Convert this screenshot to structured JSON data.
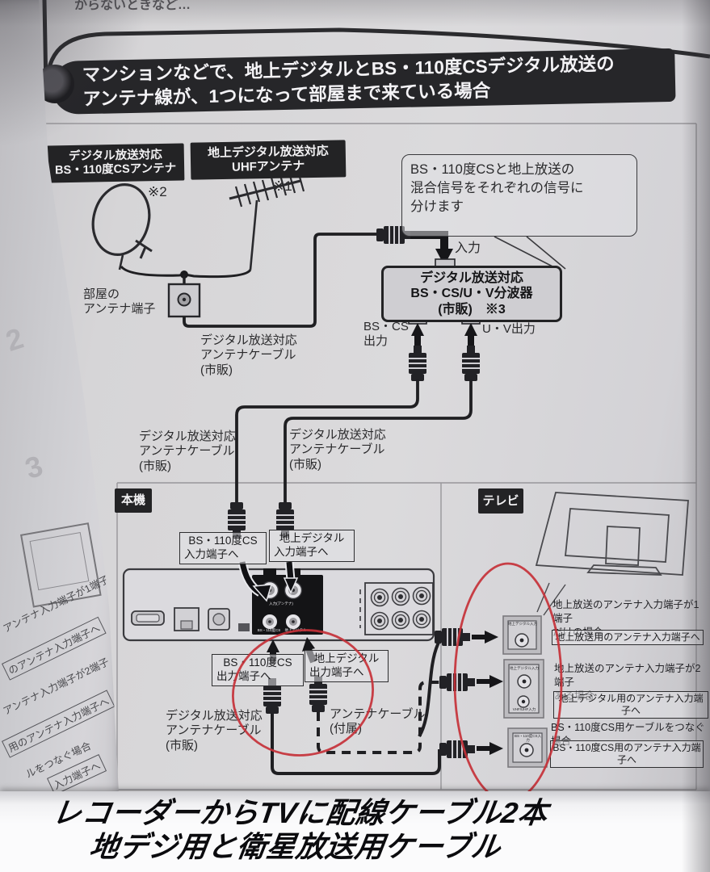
{
  "top": {
    "partial": "からないときなど…"
  },
  "banner": {
    "line1": "マンションなどで、地上デジタルとBS・110度CSデジタル放送の",
    "line2": "アンテナ線が、1つになって部屋まで来ている場合"
  },
  "ant": {
    "bs1": "デジタル放送対応",
    "bs2": "BS・110度CSアンテナ",
    "bs_note": "※2",
    "uhf1": "地上デジタル放送対応",
    "uhf2": "UHFアンテナ",
    "uhf_note": "※1"
  },
  "room": {
    "l1": "部屋の",
    "l2": "アンテナ端子"
  },
  "callout": {
    "l1": "BS・110度CSと地上放送の",
    "l2": "混合信号をそれぞれの信号に",
    "l3": "分けます"
  },
  "splitter": {
    "l1": "デジタル放送対応",
    "l2": "BS・CS/U・V分波器",
    "l3": "(市販)　※3",
    "input": "入力",
    "out_bs1": "BS・CS",
    "out_bs2": "出力",
    "out_uv": "U・V出力"
  },
  "cable": {
    "shihan1": "デジタル放送対応",
    "shihan2": "アンテナケーブル",
    "shihan3": "(市販)",
    "fuzoku1": "アンテナケーブル",
    "fuzoku2": "(付属)"
  },
  "sec": {
    "recorder": "本機",
    "tv": "テレビ"
  },
  "rec": {
    "in_bs1": "BS・110度CS",
    "in_bs2": "入力端子へ",
    "in_gd1": "地上デジタル",
    "in_gd2": "入力端子へ",
    "out_bs1": "BS・110度CS",
    "out_bs2": "出力端子へ",
    "out_gd1": "地上デジタル",
    "out_gd2": "出力端子へ",
    "panel_in": "入力(アンテナ)",
    "panel_bs": "BS・110度CS",
    "panel_gd": "地上デジタル"
  },
  "tv": {
    "case1a": "地上放送のアンテナ入力端子が1端子",
    "case1b": "だけの場合",
    "case1t": "地上放送用のアンテナ入力端子へ",
    "case2a": "地上放送のアンテナ入力端子が2端子",
    "case2b": "ある場合",
    "case2t": "地上デジタル用のアンテナ入力端子へ",
    "case3a": "BS・110度CS用ケーブルをつなぐ場合",
    "case3t": "BS・110度CS用のアンテナ入力端子へ",
    "plate_gd": "地上デジタル入力",
    "plate_uv": "VHF/UHF入力",
    "plate_bs": "BS・110度CS入力"
  },
  "under": {
    "l1": "アンテナ入力端子が1端子",
    "l2": "のアンテナ入力端子へ",
    "l3": "アンテナ入力端子が2端子",
    "l4": "用のアンテナ入力端子へ",
    "l5": "ルをつなぐ場合",
    "l6": "入力端子へ",
    "s2": "2",
    "s3": "3"
  },
  "caption": {
    "l1": "レコーダーからTVに配線ケーブル2本",
    "l2": "地デジ用と衛星放送用ケーブル"
  },
  "colors": {
    "red": "#c53138",
    "paper": "#d8d7d9",
    "ink": "#1f1f22"
  }
}
